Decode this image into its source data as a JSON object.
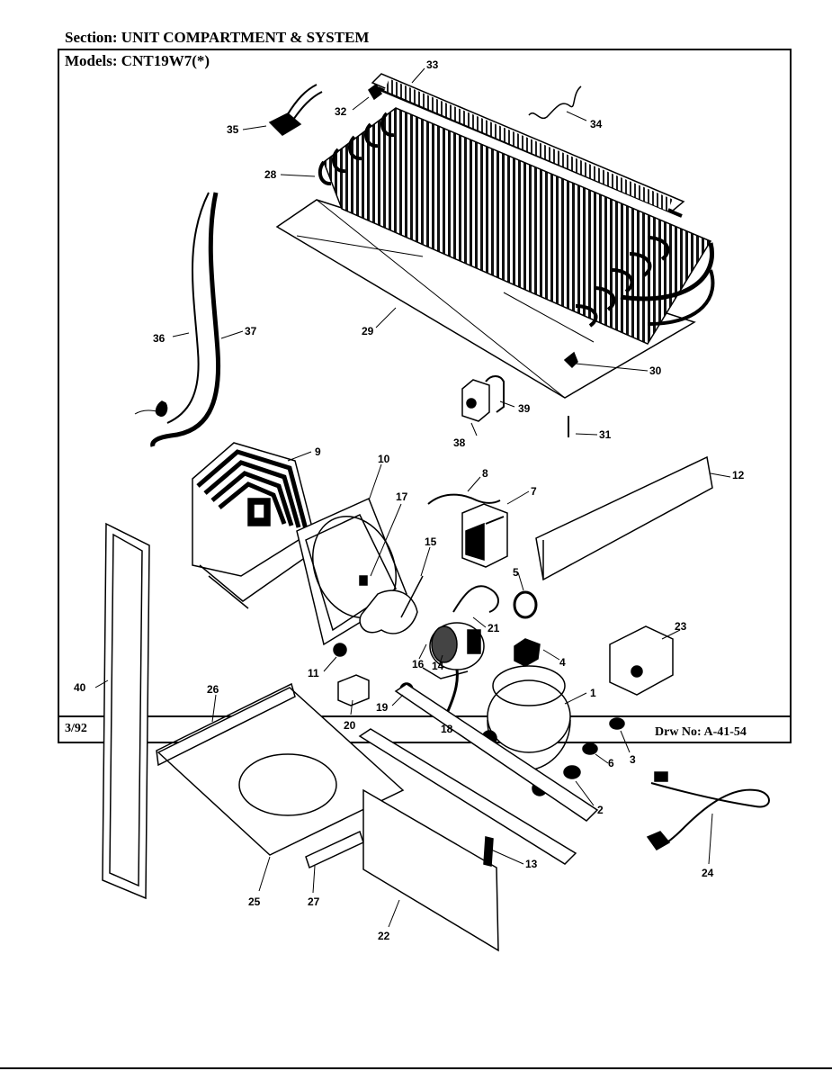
{
  "header": {
    "section_label": "Section:",
    "section_value": "UNIT COMPARTMENT & SYSTEM",
    "models_label": "Models:",
    "models_value": "CNT19W7(*)"
  },
  "footer": {
    "date": "3/92",
    "drawing_label": "Drw No:",
    "drawing_number": "A-41-54"
  },
  "callouts": [
    "1",
    "2",
    "3",
    "4",
    "5",
    "6",
    "7",
    "8",
    "9",
    "10",
    "11",
    "12",
    "13",
    "14",
    "15",
    "16",
    "17",
    "18",
    "19",
    "20",
    "21",
    "22",
    "23",
    "24",
    "25",
    "26",
    "27",
    "28",
    "29",
    "30",
    "31",
    "32",
    "33",
    "34",
    "35",
    "36",
    "37",
    "38",
    "39",
    "40"
  ]
}
